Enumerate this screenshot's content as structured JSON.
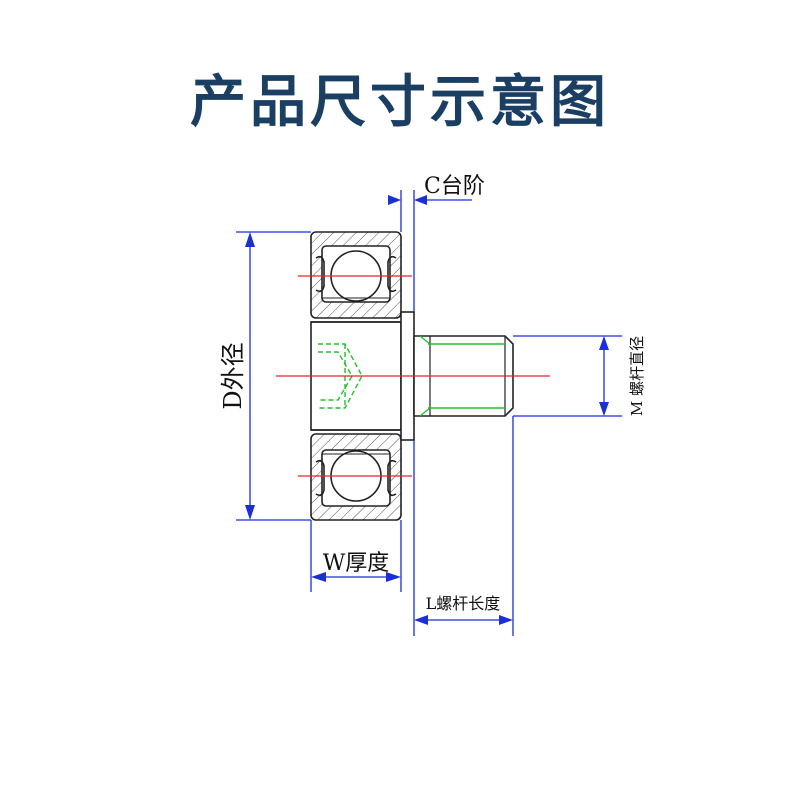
{
  "title": "产品尺寸示意图",
  "labels": {
    "c_shoulder": "C台阶",
    "d_outer_diameter": "D外径",
    "m_screw_diameter": "M 螺杆直径",
    "w_thickness": "W厚度",
    "l_screw_length": "L螺杆长度"
  },
  "colors": {
    "title": "#1b3f63",
    "outline": "#222222",
    "hatch": "#555555",
    "dimension": "#1a2fd6",
    "centerline": "#e0242a",
    "thread": "#22c02a"
  }
}
